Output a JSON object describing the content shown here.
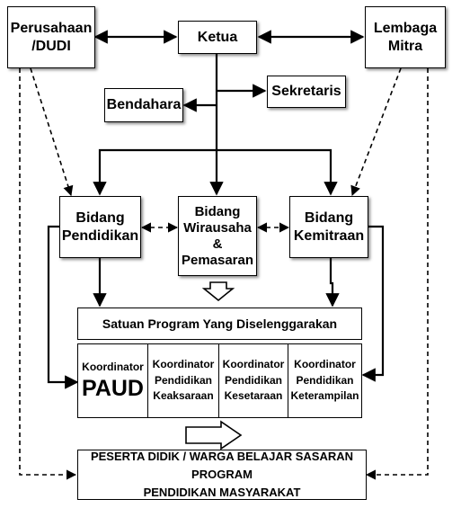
{
  "nodes": {
    "perusahaan": [
      "Perusahaan",
      "/DUDI"
    ],
    "ketua": [
      "Ketua"
    ],
    "lembaga": [
      "Lembaga",
      "Mitra"
    ],
    "bendahara": [
      "Bendahara"
    ],
    "sekretaris": [
      "Sekretaris"
    ],
    "bidang_pendidikan": [
      "Bidang",
      "Pendidikan"
    ],
    "bidang_wirausaha": [
      "Bidang",
      "Wirausaha &",
      "Pemasaran"
    ],
    "bidang_kemitraan": [
      "Bidang",
      "Kemitraan"
    ],
    "satuan_program": [
      "Satuan Program Yang Diselenggarakan"
    ],
    "koordinator_paud": [
      "Koordinator",
      "PAUD"
    ],
    "koordinator_keaksaraan": [
      "Koordinator",
      "Pendidikan",
      "Keaksaraan"
    ],
    "koordinator_kesetaraan": [
      "Koordinator",
      "Pendidikan",
      "Kesetaraan"
    ],
    "koordinator_keterampilan": [
      "Koordinator",
      "Pendidikan",
      "Keterampilan"
    ],
    "peserta_didik": [
      "PESERTA DIDIK / WARGA BELAJAR SASARAN PROGRAM",
      "PENDIDIKAN MASYARAKAT"
    ]
  }
}
